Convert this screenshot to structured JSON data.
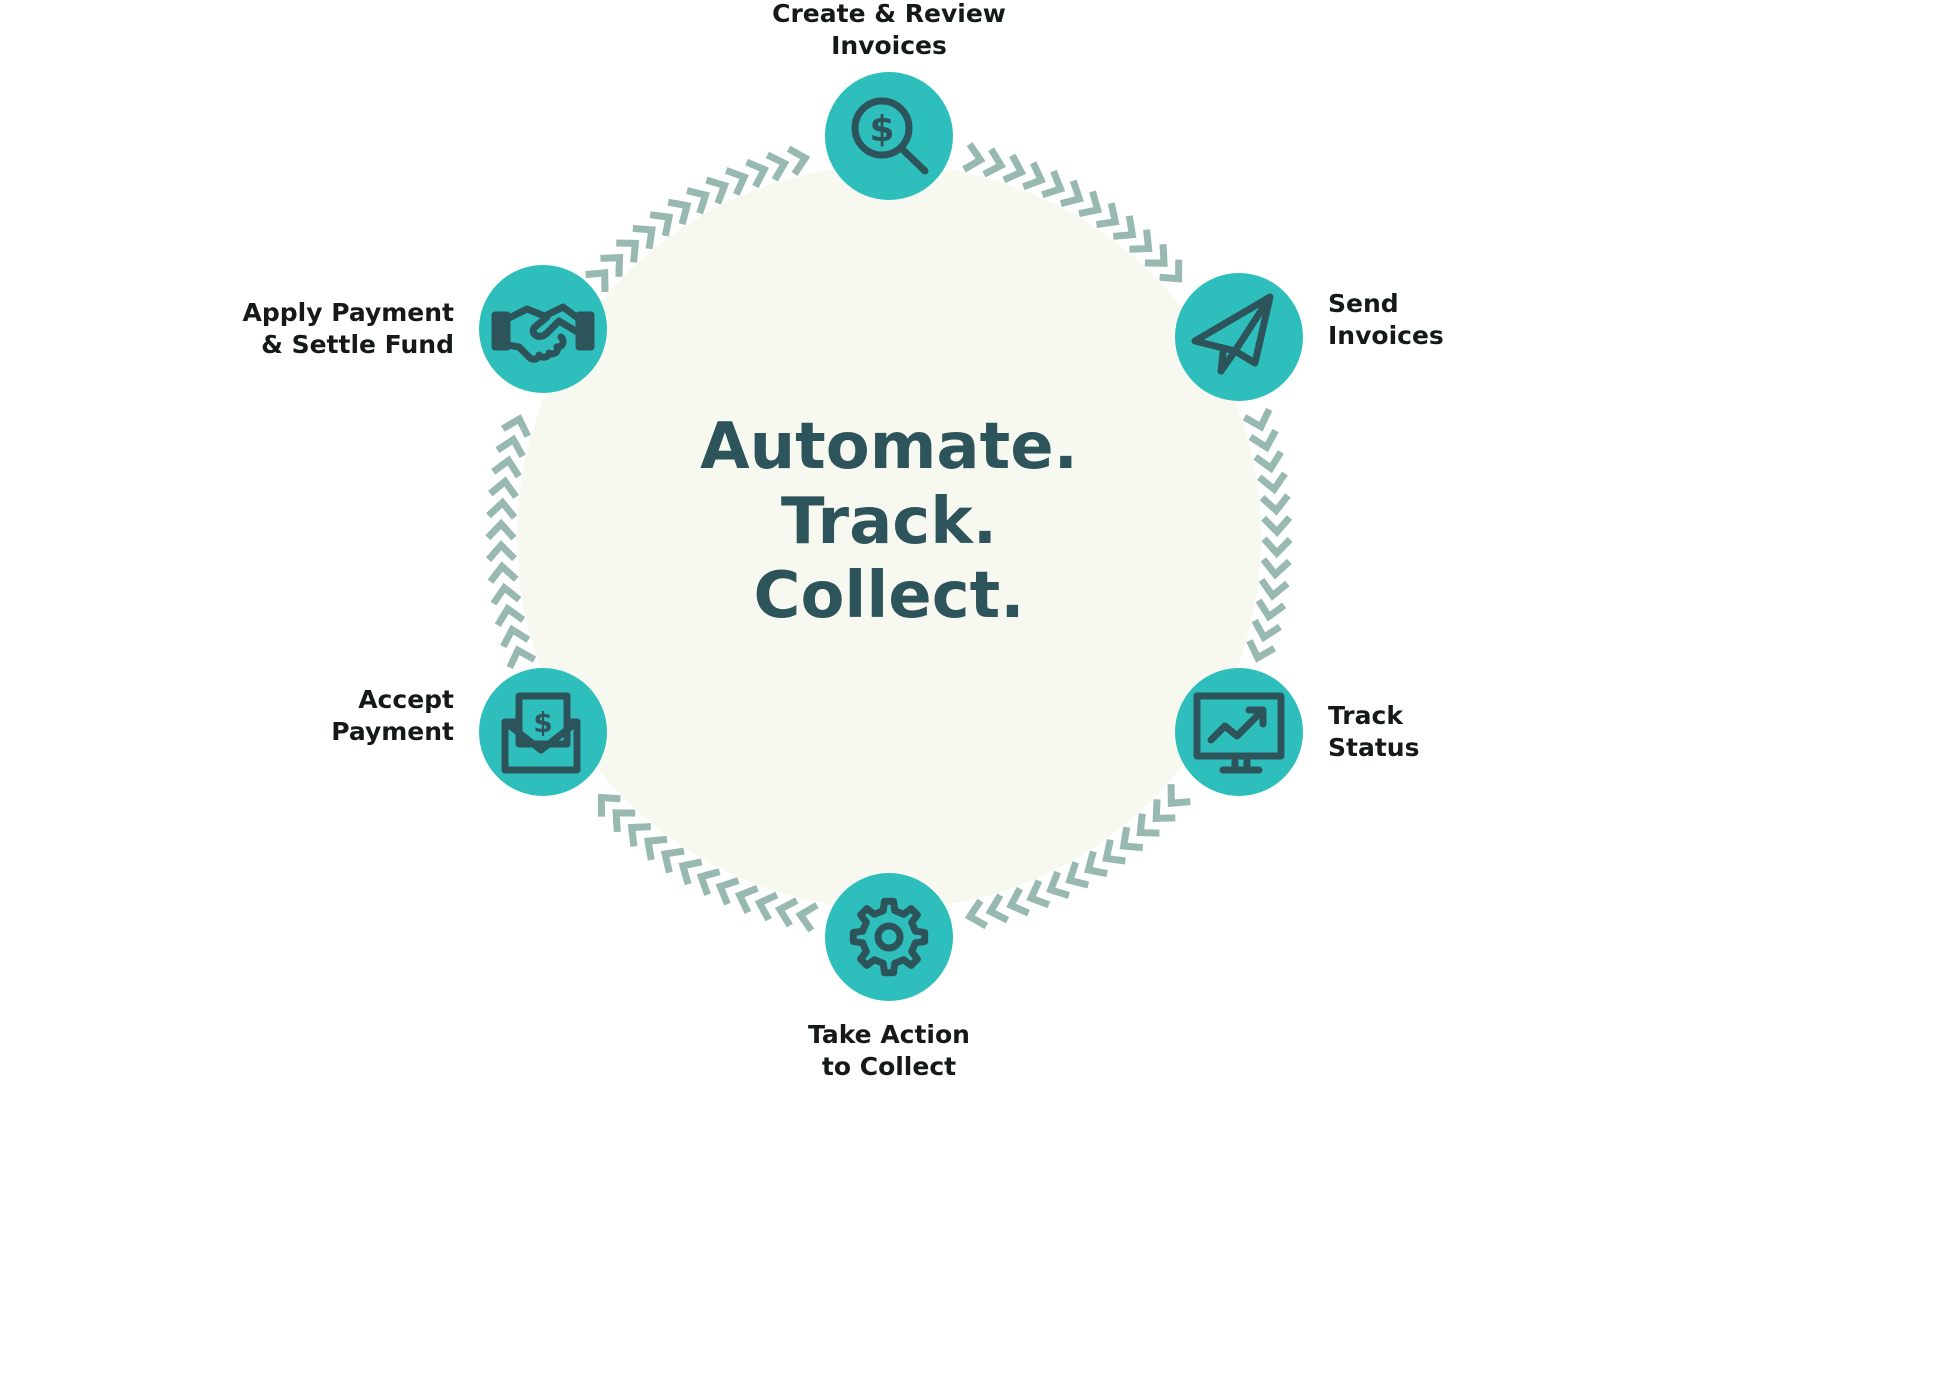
{
  "colors": {
    "background": "#ffffff",
    "cycle_fill": "#f7f9f0",
    "chevron": "#98b9b2",
    "node": "#2ebfbd",
    "icon": "#2d545b",
    "core_text": "#2d545b",
    "label_text": "#15191a"
  },
  "core": {
    "line1": "Automate.",
    "line2": "Track.",
    "line3": "Collect."
  },
  "steps": [
    {
      "line1": "Create & Review",
      "line2": "Invoices",
      "icon": "dollar-search-icon"
    },
    {
      "line1": "Send",
      "line2": "Invoices",
      "icon": "paper-plane-icon"
    },
    {
      "line1": "Track",
      "line2": "Status",
      "icon": "monitor-chart-icon"
    },
    {
      "line1": "Take Action",
      "line2": "to Collect",
      "icon": "gear-icon"
    },
    {
      "line1": "Accept",
      "line2": "Payment",
      "icon": "envelope-dollar-icon"
    },
    {
      "line1": "Apply Payment",
      "line2": "& Settle Fund",
      "icon": "handshake-icon"
    }
  ]
}
